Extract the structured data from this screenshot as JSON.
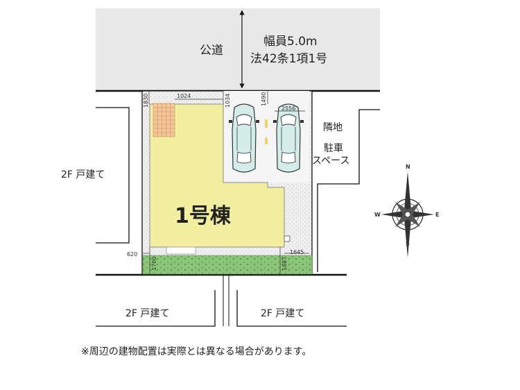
{
  "road": {
    "name": "公道",
    "width_line1": "幅員5.0m",
    "width_line2": "法42条1項1号"
  },
  "house": {
    "name": "1号棟"
  },
  "neighbors": {
    "left": "2F 戸建て",
    "bottom_left": "2F 戸建て",
    "bottom_right": "2F 戸建て",
    "right_line1": "隣地",
    "right_line2": "駐車",
    "right_line3": "スペース"
  },
  "dimensions": {
    "d1830": "1830",
    "d1024": "1024",
    "d1034": "1034",
    "d1490": "1490",
    "d2556": "2556",
    "d620": "620",
    "d1700": "1700",
    "d1687": "1687",
    "d1645": "1645"
  },
  "compass": {
    "n": "N",
    "s": "S",
    "e": "E",
    "w": "W"
  },
  "note": "※周辺の建物配置は実際とは異なる場合があります。",
  "colors": {
    "road": "#e8e8e8",
    "house": "#f2f0a0",
    "lot": "#eeeeee",
    "planting": "#8cc47a",
    "stairs": "#f4c79a",
    "car": "#d4ede8"
  }
}
